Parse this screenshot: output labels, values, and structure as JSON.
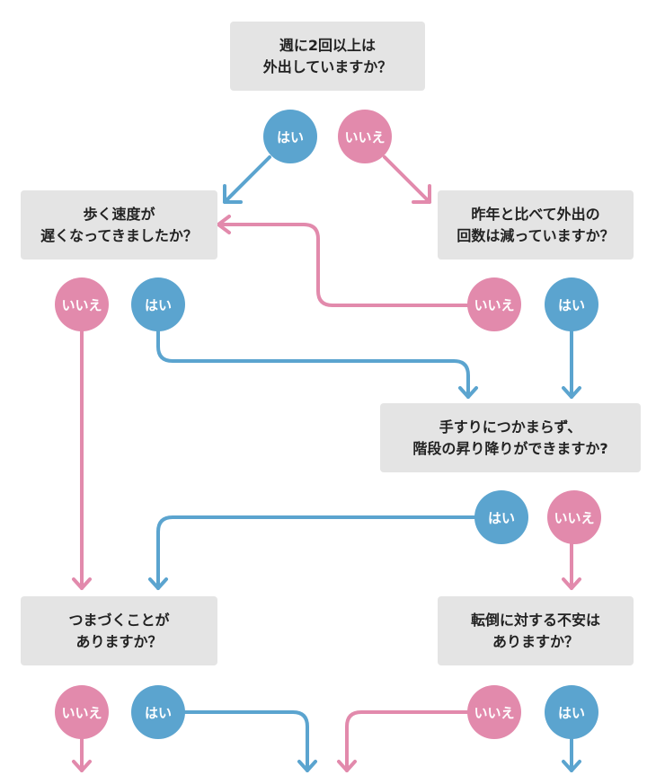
{
  "colors": {
    "yes": "#5ba4cf",
    "no": "#e28aac",
    "box": "#e4e4e4"
  },
  "questions": {
    "q1": [
      "週に2回以上は",
      "外出していますか？"
    ],
    "q2": [
      "歩く速度が",
      "遅くなってきましたか？"
    ],
    "q3": [
      "昨年と比べて外出の",
      "回数は減っていますか？"
    ],
    "q4": [
      "手すりにつかまらず、",
      "階段の昇り降りができますか?"
    ],
    "q5": [
      "つまづくことが",
      "ありますか？"
    ],
    "q6": [
      "転倒に対する不安は",
      "ありますか？"
    ]
  },
  "answers": {
    "yes": "はい",
    "no": "いいえ"
  }
}
